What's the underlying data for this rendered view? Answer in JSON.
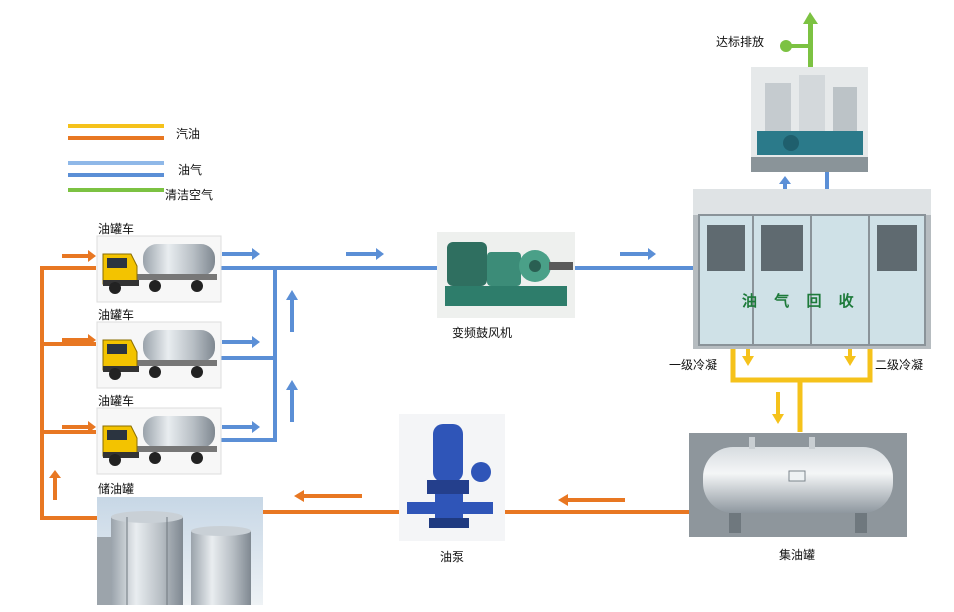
{
  "legend": {
    "gasoline": "汽油",
    "vapor": "油气",
    "clean_air": "清洁空气"
  },
  "labels": {
    "tanker_1": "油罐车",
    "tanker_2": "油罐车",
    "tanker_3": "油罐车",
    "storage_tank": "储油罐",
    "blower": "变频鼓风机",
    "primary_condensation": "一级冷凝",
    "secondary_condensation": "二级冷凝",
    "oil_collection_tank": "集油罐",
    "oil_pump": "油泵",
    "compliant_discharge": "达标排放",
    "recovery_unit_sign": "油 气 回 收"
  },
  "colors": {
    "gasoline_yellow": "#f5c21b",
    "gasoline_orange": "#e87722",
    "vapor_light": "#8fb8e8",
    "vapor_blue": "#5b8fd6",
    "clean_air": "#7cc242"
  }
}
